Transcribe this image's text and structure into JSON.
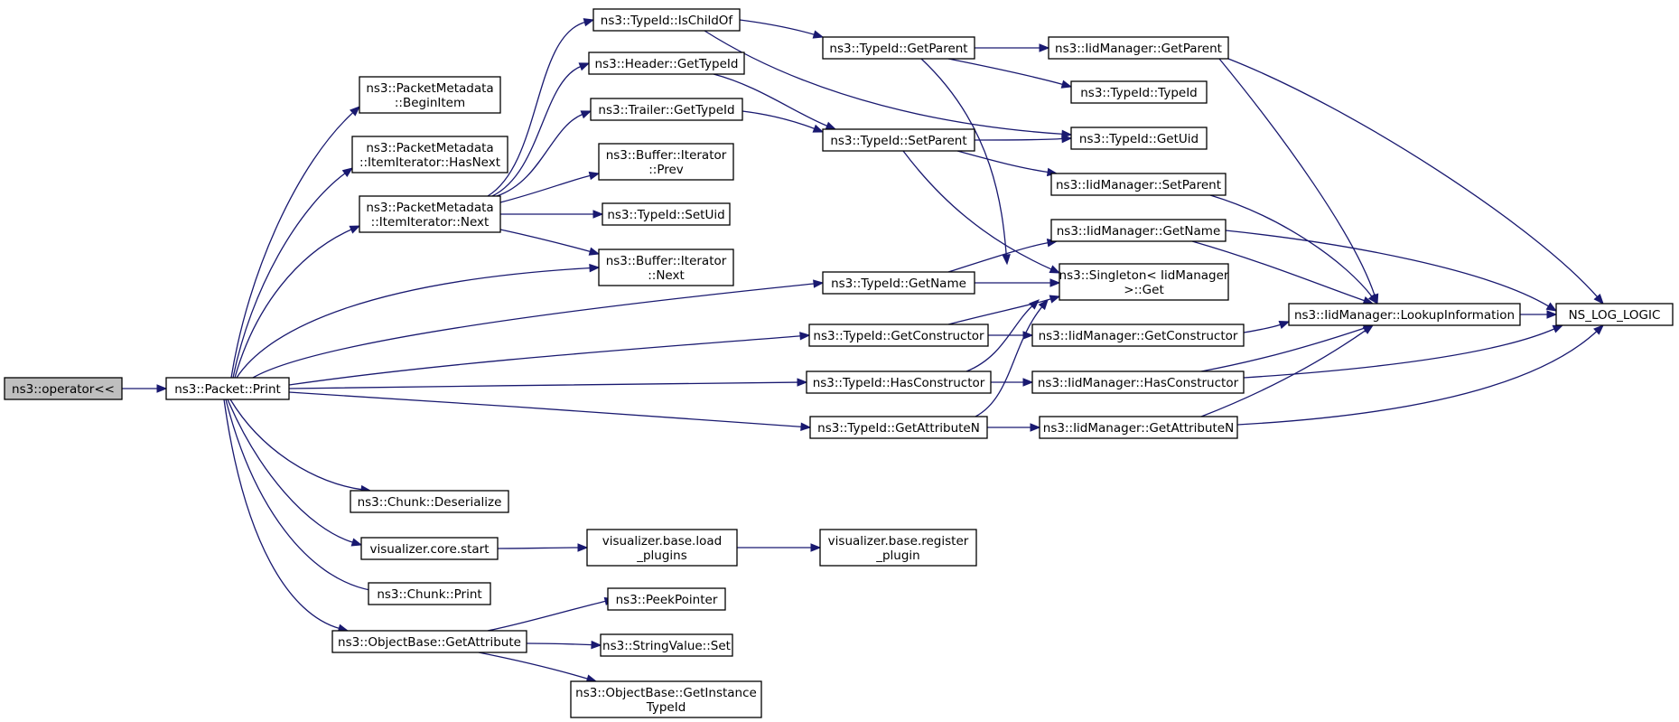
{
  "colors": {
    "edge": "#191970",
    "node_border": "#000000",
    "root_fill": "#bfbfbf",
    "node_fill": "#ffffff"
  },
  "nodes": [
    {
      "id": "n0",
      "lines": [
        "ns3::operator<<"
      ],
      "root": true
    },
    {
      "id": "n1",
      "lines": [
        "ns3::Packet::Print"
      ]
    },
    {
      "id": "n2",
      "lines": [
        "ns3::PacketMetadata",
        "::BeginItem"
      ]
    },
    {
      "id": "n3",
      "lines": [
        "ns3::PacketMetadata",
        "::ItemIterator::HasNext"
      ]
    },
    {
      "id": "n4",
      "lines": [
        "ns3::PacketMetadata",
        "::ItemIterator::Next"
      ]
    },
    {
      "id": "n5",
      "lines": [
        "ns3::Buffer::Iterator",
        "::Next"
      ]
    },
    {
      "id": "n6",
      "lines": [
        "ns3::TypeId::GetName"
      ]
    },
    {
      "id": "n7",
      "lines": [
        "ns3::TypeId::GetConstructor"
      ]
    },
    {
      "id": "n8",
      "lines": [
        "ns3::TypeId::HasConstructor"
      ]
    },
    {
      "id": "n9",
      "lines": [
        "ns3::TypeId::GetAttributeN"
      ]
    },
    {
      "id": "n10",
      "lines": [
        "ns3::Chunk::Deserialize"
      ]
    },
    {
      "id": "n11",
      "lines": [
        "visualizer.core.start"
      ]
    },
    {
      "id": "n12",
      "lines": [
        "ns3::Chunk::Print"
      ]
    },
    {
      "id": "n13",
      "lines": [
        "ns3::ObjectBase::GetAttribute"
      ]
    },
    {
      "id": "n14",
      "lines": [
        "ns3::TypeId::IsChildOf"
      ]
    },
    {
      "id": "n15",
      "lines": [
        "ns3::Header::GetTypeId"
      ]
    },
    {
      "id": "n16",
      "lines": [
        "ns3::Trailer::GetTypeId"
      ]
    },
    {
      "id": "n17",
      "lines": [
        "ns3::Buffer::Iterator",
        "::Prev"
      ]
    },
    {
      "id": "n18",
      "lines": [
        "ns3::TypeId::SetUid"
      ]
    },
    {
      "id": "n19",
      "lines": [
        "ns3::TypeId::GetParent"
      ]
    },
    {
      "id": "n20",
      "lines": [
        "ns3::TypeId::SetParent"
      ]
    },
    {
      "id": "n21",
      "lines": [
        "ns3::IidManager::GetParent"
      ]
    },
    {
      "id": "n22",
      "lines": [
        "ns3::TypeId::TypeId"
      ]
    },
    {
      "id": "n23",
      "lines": [
        "ns3::TypeId::GetUid"
      ]
    },
    {
      "id": "n24",
      "lines": [
        "ns3::IidManager::SetParent"
      ]
    },
    {
      "id": "n25",
      "lines": [
        "ns3::IidManager::GetName"
      ]
    },
    {
      "id": "n26",
      "lines": [
        "ns3::Singleton< IidManager",
        " >::Get"
      ]
    },
    {
      "id": "n27",
      "lines": [
        "ns3::IidManager::GetConstructor"
      ]
    },
    {
      "id": "n28",
      "lines": [
        "ns3::IidManager::HasConstructor"
      ]
    },
    {
      "id": "n29",
      "lines": [
        "ns3::IidManager::GetAttributeN"
      ]
    },
    {
      "id": "n30",
      "lines": [
        "ns3::IidManager::LookupInformation"
      ]
    },
    {
      "id": "n31",
      "lines": [
        "NS_LOG_LOGIC"
      ]
    },
    {
      "id": "n32",
      "lines": [
        "visualizer.base.load",
        "_plugins"
      ]
    },
    {
      "id": "n33",
      "lines": [
        "visualizer.base.register",
        "_plugin"
      ]
    },
    {
      "id": "n34",
      "lines": [
        "ns3::PeekPointer"
      ]
    },
    {
      "id": "n35",
      "lines": [
        "ns3::StringValue::Set"
      ]
    },
    {
      "id": "n36",
      "lines": [
        "ns3::ObjectBase::GetInstance",
        "TypeId"
      ]
    }
  ],
  "edges": [
    [
      "n0",
      "n1"
    ],
    [
      "n1",
      "n2"
    ],
    [
      "n1",
      "n3"
    ],
    [
      "n1",
      "n4"
    ],
    [
      "n1",
      "n5"
    ],
    [
      "n1",
      "n6"
    ],
    [
      "n1",
      "n7"
    ],
    [
      "n1",
      "n8"
    ],
    [
      "n1",
      "n9"
    ],
    [
      "n1",
      "n10"
    ],
    [
      "n1",
      "n11"
    ],
    [
      "n1",
      "n12"
    ],
    [
      "n1",
      "n13"
    ],
    [
      "n4",
      "n14"
    ],
    [
      "n4",
      "n15"
    ],
    [
      "n4",
      "n16"
    ],
    [
      "n4",
      "n17"
    ],
    [
      "n4",
      "n18"
    ],
    [
      "n4",
      "n5"
    ],
    [
      "n14",
      "n19"
    ],
    [
      "n14",
      "n23"
    ],
    [
      "n15",
      "n20"
    ],
    [
      "n16",
      "n20"
    ],
    [
      "n19",
      "n21"
    ],
    [
      "n19",
      "n22"
    ],
    [
      "n19",
      "n26"
    ],
    [
      "n20",
      "n23"
    ],
    [
      "n20",
      "n24"
    ],
    [
      "n20",
      "n26"
    ],
    [
      "n21",
      "n30"
    ],
    [
      "n21",
      "n31"
    ],
    [
      "n24",
      "n30"
    ],
    [
      "n6",
      "n25"
    ],
    [
      "n6",
      "n26"
    ],
    [
      "n25",
      "n30"
    ],
    [
      "n25",
      "n31"
    ],
    [
      "n7",
      "n26"
    ],
    [
      "n7",
      "n27"
    ],
    [
      "n8",
      "n26"
    ],
    [
      "n8",
      "n28"
    ],
    [
      "n9",
      "n26"
    ],
    [
      "n9",
      "n29"
    ],
    [
      "n27",
      "n30"
    ],
    [
      "n28",
      "n30"
    ],
    [
      "n28",
      "n31"
    ],
    [
      "n29",
      "n30"
    ],
    [
      "n29",
      "n31"
    ],
    [
      "n30",
      "n31"
    ],
    [
      "n11",
      "n32"
    ],
    [
      "n32",
      "n33"
    ],
    [
      "n13",
      "n34"
    ],
    [
      "n13",
      "n35"
    ],
    [
      "n13",
      "n36"
    ]
  ]
}
